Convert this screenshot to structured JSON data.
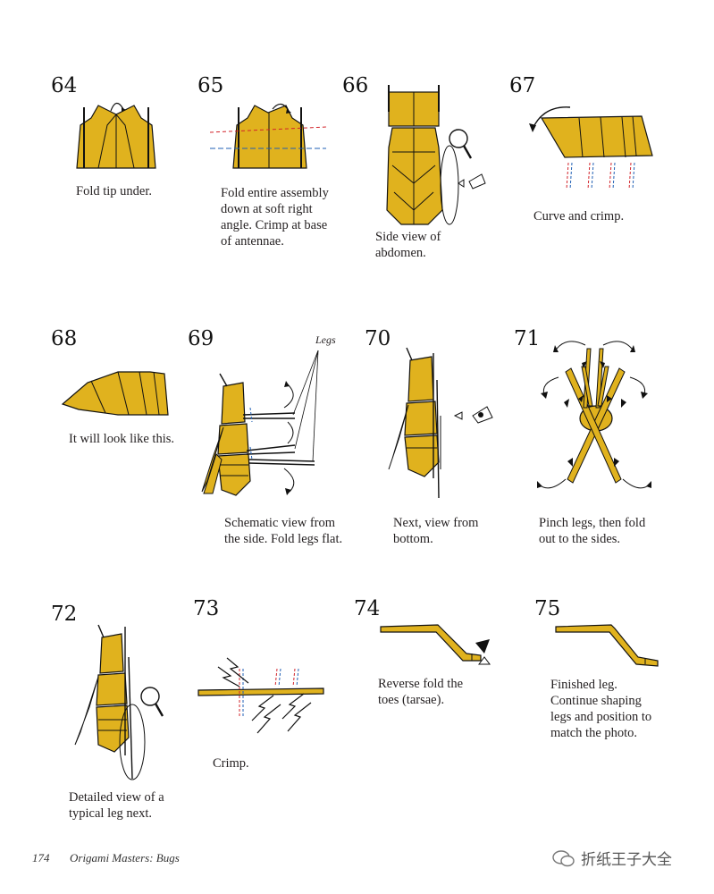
{
  "page": {
    "number": "174",
    "book_title": "Origami Masters: Bugs"
  },
  "watermark": {
    "text": "折纸王子大全"
  },
  "colors": {
    "paper": "#e0b21e",
    "outline": "#111111",
    "mountain": "#d2232a",
    "valley": "#1f5fb4"
  },
  "steps": [
    {
      "number": "64",
      "lines": [
        "Fold tip under."
      ]
    },
    {
      "number": "65",
      "lines": [
        "Fold entire assembly",
        "down at soft right",
        "angle. Crimp at base",
        "of antennae."
      ]
    },
    {
      "number": "66",
      "lines": [
        "Side view of",
        "abdomen."
      ]
    },
    {
      "number": "67",
      "lines": [
        "Curve and crimp."
      ]
    },
    {
      "number": "68",
      "lines": [
        "It will look like this."
      ]
    },
    {
      "number": "69",
      "lines": [
        "Schematic view from",
        "the side. Fold legs flat."
      ],
      "label": "Legs"
    },
    {
      "number": "70",
      "lines": [
        "Next, view from",
        "bottom."
      ]
    },
    {
      "number": "71",
      "lines": [
        "Pinch legs, then fold",
        "out to the sides."
      ]
    },
    {
      "number": "72",
      "lines": [
        "Detailed view of a",
        "typical leg next."
      ]
    },
    {
      "number": "73",
      "lines": [
        "Crimp."
      ]
    },
    {
      "number": "74",
      "lines": [
        "Reverse fold the",
        "toes (tarsae)."
      ]
    },
    {
      "number": "75",
      "lines": [
        "Finished leg.",
        "Continue shaping",
        "legs and position to",
        "match the photo."
      ]
    }
  ]
}
